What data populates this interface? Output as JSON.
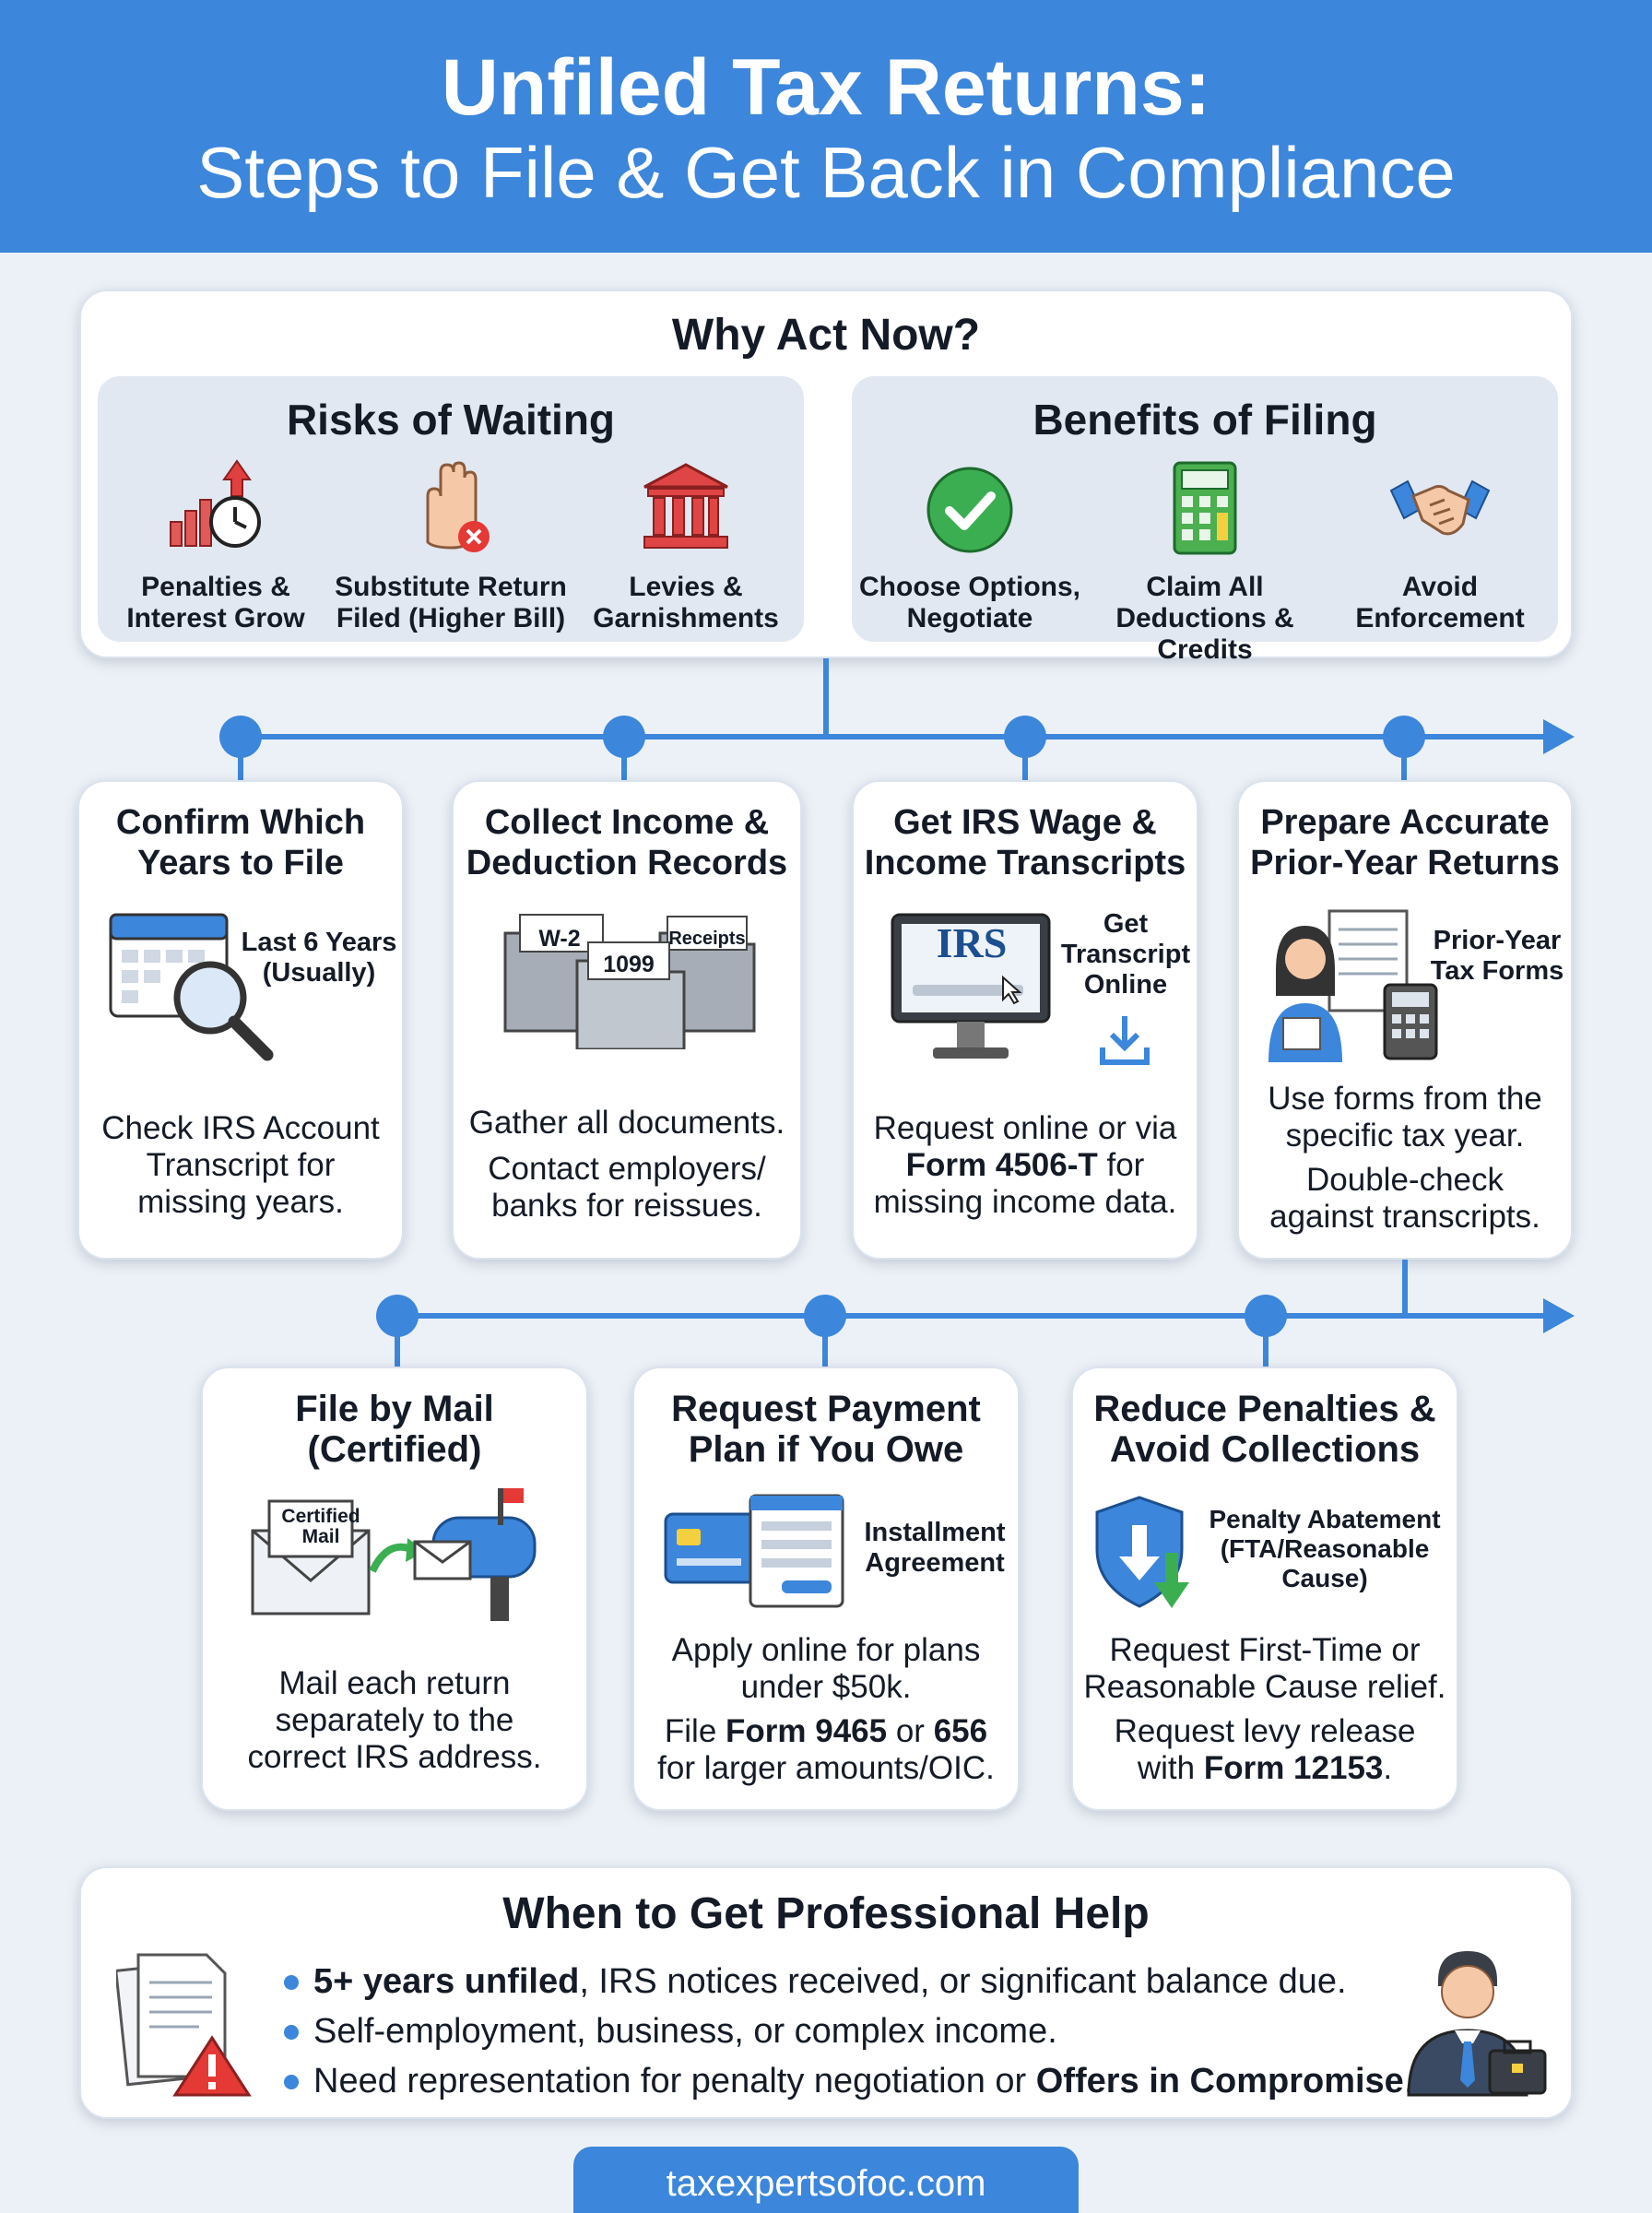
{
  "header": {
    "title": "Unfiled Tax Returns:",
    "subtitle": "Steps to File & Get Back in Compliance"
  },
  "why": {
    "title": "Why Act Now?",
    "risks": {
      "title": "Risks of Waiting",
      "items": [
        {
          "line1": "Penalties &",
          "line2": "Interest Grow",
          "icon": "rising-chart-clock-icon"
        },
        {
          "line1": "Substitute Return",
          "line2": "Filed (Higher Bill)",
          "icon": "raised-hand-icon"
        },
        {
          "line1": "Levies &",
          "line2": "Garnishments",
          "icon": "bank-icon"
        }
      ]
    },
    "benefits": {
      "title": "Benefits of Filing",
      "items": [
        {
          "line1": "Choose Options,",
          "line2": "Negotiate",
          "icon": "check-circle-icon"
        },
        {
          "line1": "Claim All",
          "line2": "Deductions & Credits",
          "icon": "calculator-icon"
        },
        {
          "line1": "Avoid",
          "line2": "Enforcement",
          "icon": "handshake-icon"
        }
      ]
    }
  },
  "steps": [
    {
      "title1": "Confirm Which",
      "title2": "Years to File",
      "cap1": "Last 6 Years",
      "cap2": "(Usually)",
      "d1": "Check IRS Account",
      "d2": "Transcript for",
      "d3": "missing years."
    },
    {
      "title1": "Collect Income &",
      "title2": "Deduction Records",
      "tag_w2": "W-2",
      "tag_1099": "1099",
      "tag_receipts": "Receipts",
      "d1": "Gather all documents.",
      "d2": "Contact employers/",
      "d3": "banks for reissues."
    },
    {
      "title1": "Get IRS Wage &",
      "title2": "Income Transcripts",
      "screen_text": "IRS",
      "cap1": "Get",
      "cap2": "Transcript",
      "cap3": "Online",
      "d1": "Request online or via",
      "d2b": "Form 4506-T",
      "d2": " for",
      "d3": "missing income data."
    },
    {
      "title1": "Prepare Accurate",
      "title2": "Prior-Year Returns",
      "cap1": "Prior-Year",
      "cap2": "Tax Forms",
      "d1": "Use forms from the",
      "d2": "specific tax year.",
      "d3": "Double-check",
      "d4": "against transcripts."
    },
    {
      "title1": "File by Mail",
      "title2": "(Certified)",
      "tag1": "Certified",
      "tag2": "Mail",
      "d1": "Mail each return",
      "d2": "separately to the",
      "d3": "correct IRS address."
    },
    {
      "title1": "Request Payment",
      "title2": "Plan if You Owe",
      "cap1": "Installment",
      "cap2": "Agreement",
      "d1": "Apply online for plans",
      "d2": "under $50k.",
      "d3a": "File ",
      "d3b": "Form 9465",
      "d3c": " or ",
      "d3d": "656",
      "d4": "for larger amounts/OIC."
    },
    {
      "title1": "Reduce Penalties &",
      "title2": "Avoid Collections",
      "cap1": "Penalty Abatement",
      "cap2": "(FTA/Reasonable",
      "cap3": "Cause)",
      "d1": "Request First-Time or",
      "d2": "Reasonable Cause relief.",
      "d3": "Request levy release",
      "d4a": "with ",
      "d4b": "Form 12153",
      "d4c": "."
    }
  ],
  "help": {
    "title": "When to Get Professional Help",
    "b1_bold": "5+ years unfiled",
    "b1_rest": ", IRS notices received, or significant balance due.",
    "b2": "Self-employment, business, or complex income.",
    "b3_rest": "Need representation for penalty negotiation or ",
    "b3_bold": "Offers in Compromise",
    "b3_end": "."
  },
  "footer": {
    "url": "taxexpertsofoc.com"
  },
  "colors": {
    "brand": "#3c86db",
    "risk": "#d93a3a",
    "benefit": "#3cae52"
  }
}
